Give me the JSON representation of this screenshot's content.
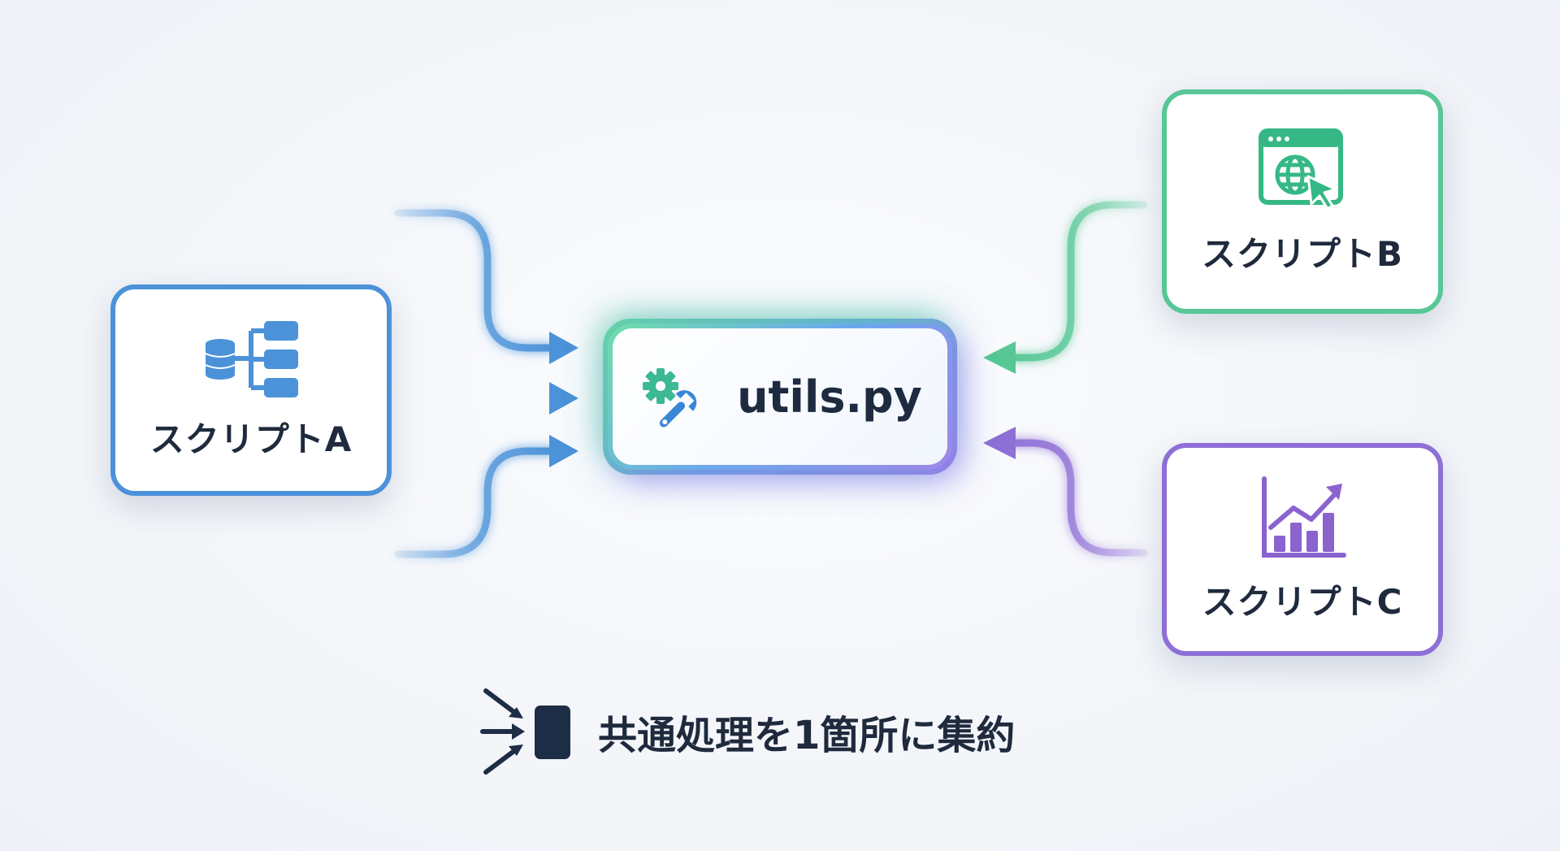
{
  "center": {
    "title": "utils.py",
    "icon": "gear-wrench-icon"
  },
  "scripts": [
    {
      "label": "スクリプトA",
      "icon": "database-hierarchy-icon",
      "color": "#4b92d9"
    },
    {
      "label": "スクリプトB",
      "icon": "browser-globe-cursor-icon",
      "color": "#56c795"
    },
    {
      "label": "スクリプトC",
      "icon": "bar-chart-growth-icon",
      "color": "#8e6fd6"
    }
  ],
  "footer": {
    "text": "共通処理を1箇所に集約",
    "icon": "converge-arrows-icon"
  },
  "colors": {
    "text": "#1f2a3d",
    "dark": "#1d2d45"
  }
}
